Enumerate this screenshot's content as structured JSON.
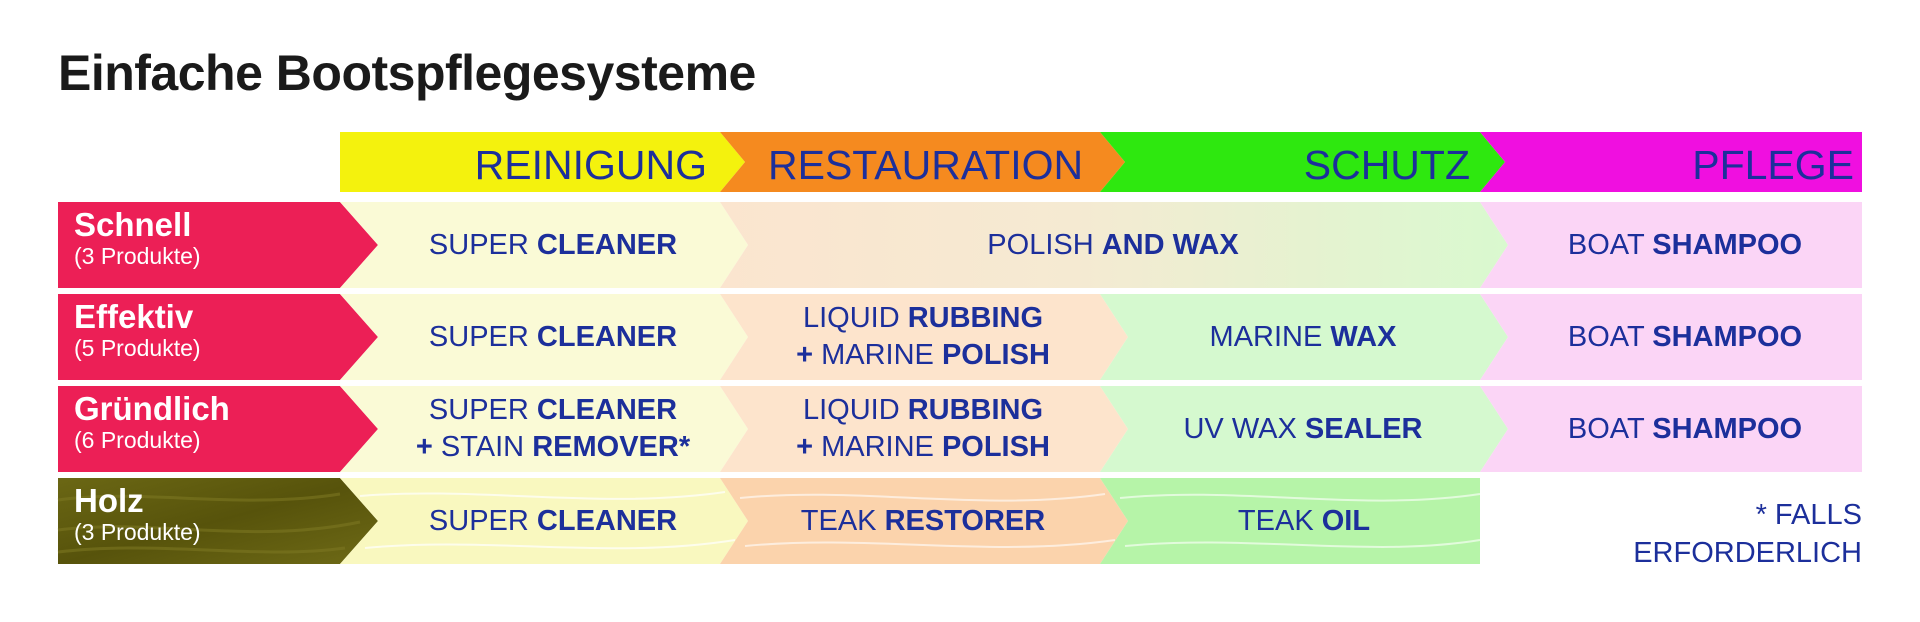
{
  "title": "Einfache Bootspflegesysteme",
  "colors": {
    "text_blue": "#1c2f9b",
    "reinigung": "#f4f20d",
    "restauration": "#f58a1f",
    "schutz": "#2ee80f",
    "pflege": "#f00fe0",
    "row_red": "#ec1f56",
    "row_holz": "#5e5a0d"
  },
  "columns": [
    {
      "label": "REINIGUNG"
    },
    {
      "label": "RESTAURATION"
    },
    {
      "label": "SCHUTZ"
    },
    {
      "label": "PFLEGE"
    }
  ],
  "rows": [
    {
      "name": "Schnell",
      "count": "(3 Produkte)",
      "cells": {
        "c1": {
          "line1": {
            "a": "SUPER",
            "b": "CLEANER"
          }
        },
        "span": {
          "line1": {
            "a": "POLISH",
            "b": "AND WAX"
          }
        },
        "c4": {
          "line1": {
            "a": "BOAT",
            "b": "SHAMPOO"
          }
        }
      }
    },
    {
      "name": "Effektiv",
      "count": "(5 Produkte)",
      "cells": {
        "c1": {
          "line1": {
            "a": "SUPER",
            "b": "CLEANER"
          }
        },
        "c2": {
          "line1": {
            "a": "LIQUID",
            "b": "RUBBING"
          },
          "line2": {
            "a": "+ MARINE",
            "b": "POLISH"
          }
        },
        "c3": {
          "line1": {
            "a": "MARINE",
            "b": "WAX"
          }
        },
        "c4": {
          "line1": {
            "a": "BOAT",
            "b": "SHAMPOO"
          }
        }
      }
    },
    {
      "name": "Gründlich",
      "count": "(6 Produkte)",
      "cells": {
        "c1": {
          "line1": {
            "a": "SUPER",
            "b": "CLEANER"
          },
          "line2": {
            "a": "+ STAIN",
            "b": "REMOVER*"
          }
        },
        "c2": {
          "line1": {
            "a": "LIQUID",
            "b": "RUBBING"
          },
          "line2": {
            "a": "+ MARINE",
            "b": "POLISH"
          }
        },
        "c3": {
          "line1": {
            "a": "UV WAX",
            "b": "SEALER"
          }
        },
        "c4": {
          "line1": {
            "a": "BOAT",
            "b": "SHAMPOO"
          }
        }
      }
    },
    {
      "name": "Holz",
      "count": "(3 Produkte)",
      "cells": {
        "c1": {
          "line1": {
            "a": "SUPER",
            "b": "CLEANER"
          }
        },
        "c2": {
          "line1": {
            "a": "TEAK",
            "b": "RESTORER"
          }
        },
        "c3": {
          "line1": {
            "a": "TEAK",
            "b": "OIL"
          }
        }
      }
    }
  ],
  "footnote": {
    "line1": "* FALLS",
    "line2": "ERFORDERLICH"
  }
}
